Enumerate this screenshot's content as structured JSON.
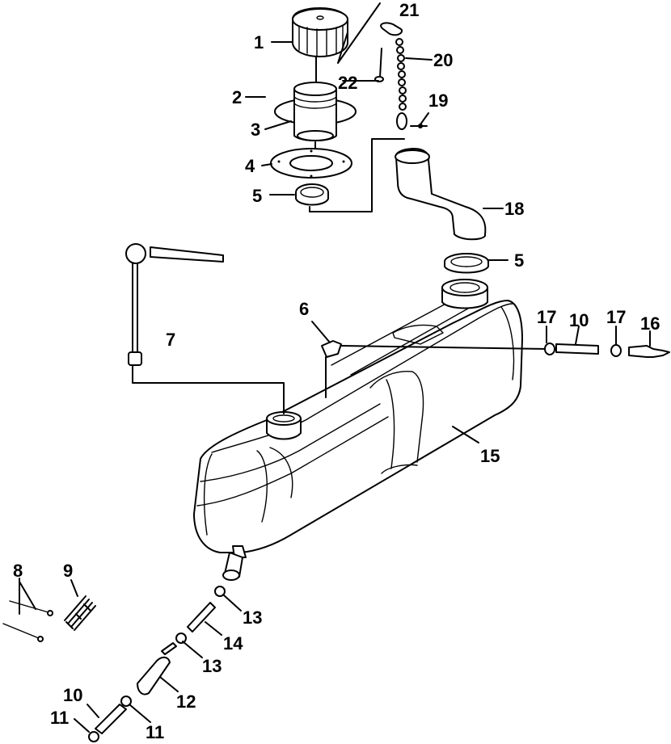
{
  "diagram": {
    "background": "#ffffff",
    "ink": "#000000",
    "callouts": [
      {
        "id": "c1",
        "text": "1"
      },
      {
        "id": "c2",
        "text": "2"
      },
      {
        "id": "c3",
        "text": "3"
      },
      {
        "id": "c4",
        "text": "4"
      },
      {
        "id": "c5a",
        "text": "5"
      },
      {
        "id": "c5b",
        "text": "5"
      },
      {
        "id": "c6",
        "text": "6"
      },
      {
        "id": "c7",
        "text": "7"
      },
      {
        "id": "c8",
        "text": "8"
      },
      {
        "id": "c9",
        "text": "9"
      },
      {
        "id": "c10a",
        "text": "10"
      },
      {
        "id": "c10b",
        "text": "10"
      },
      {
        "id": "c11a",
        "text": "11"
      },
      {
        "id": "c11b",
        "text": "11"
      },
      {
        "id": "c12",
        "text": "12"
      },
      {
        "id": "c13a",
        "text": "13"
      },
      {
        "id": "c13b",
        "text": "13"
      },
      {
        "id": "c14",
        "text": "14"
      },
      {
        "id": "c15",
        "text": "15"
      },
      {
        "id": "c16",
        "text": "16"
      },
      {
        "id": "c17a",
        "text": "17"
      },
      {
        "id": "c17b",
        "text": "17"
      },
      {
        "id": "c18",
        "text": "18"
      },
      {
        "id": "c19",
        "text": "19"
      },
      {
        "id": "c20",
        "text": "20"
      },
      {
        "id": "c21",
        "text": "21"
      },
      {
        "id": "c22",
        "text": "22"
      }
    ]
  }
}
